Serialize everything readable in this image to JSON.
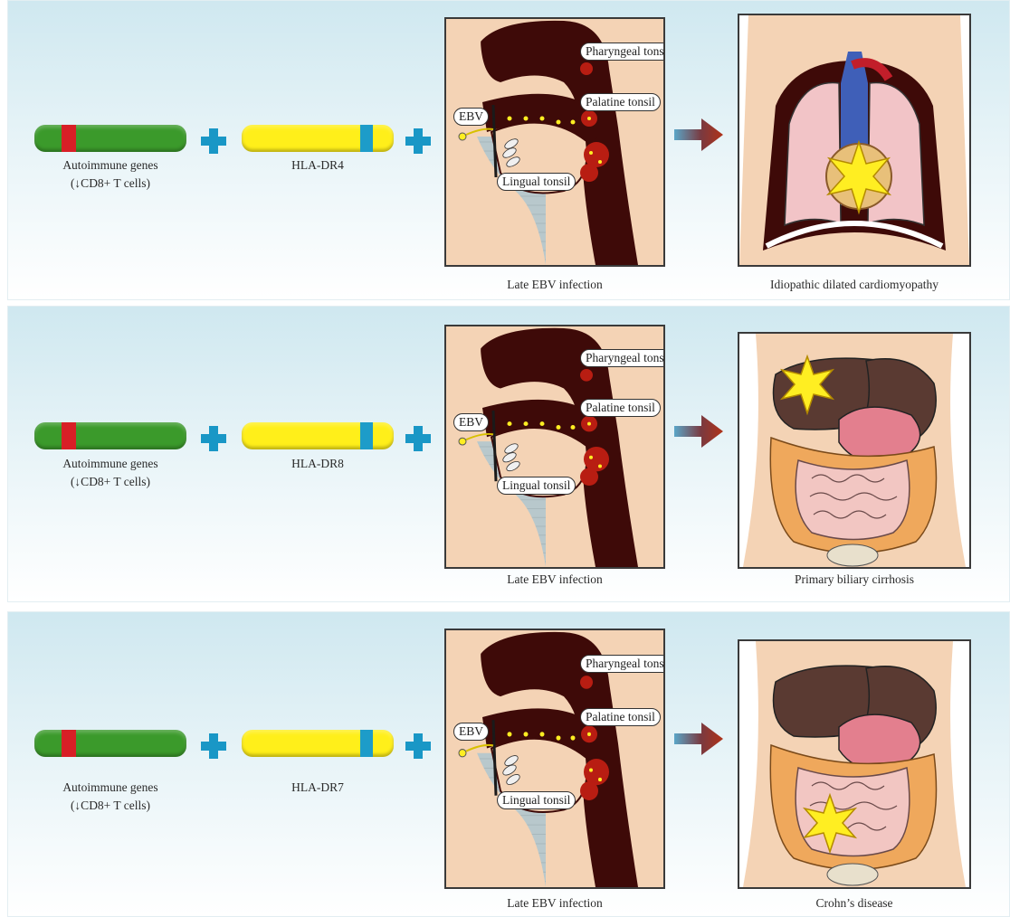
{
  "panels": [
    {
      "genes_label": "Autoimmune genes",
      "genes_sub": "(↓CD8+ T cells)",
      "hla_label": "HLA-DR4",
      "infection_label": "Late EBV infection",
      "disease_label": "Idiopathic dilated cardiomyopathy",
      "callouts": {
        "ebv": "EBV",
        "pharyngeal": "Pharyngeal tonsil",
        "palatine": "Palatine tonsil",
        "lingual": "Lingual tonsil"
      }
    },
    {
      "genes_label": "Autoimmune genes",
      "genes_sub": "(↓CD8+ T cells)",
      "hla_label": "HLA-DR8",
      "infection_label": "Late EBV infection",
      "disease_label": "Primary biliary cirrhosis",
      "callouts": {
        "ebv": "EBV",
        "pharyngeal": "Pharyngeal tonsil",
        "palatine": "Palatine tonsil",
        "lingual": "Lingual tonsil"
      }
    },
    {
      "genes_label": "Autoimmune genes",
      "genes_sub": "(↓CD8+ T cells)",
      "hla_label": "HLA-DR7",
      "infection_label": "Late EBV infection",
      "disease_label": "Crohn’s disease",
      "callouts": {
        "ebv": "EBV",
        "pharyngeal": "Pharyngeal tonsil",
        "palatine": "Palatine tonsil",
        "lingual": "Lingual tonsil"
      }
    }
  ],
  "colors": {
    "gene_green": "#3b9a2b",
    "gene_red_band": "#d81f26",
    "hla_yellow": "#ffef1a",
    "hla_blue_band": "#1997c6",
    "plus_blue": "#1997c6",
    "arrow_red": "#a8321f",
    "tissue_dark": "#3e0a08",
    "skin": "#f4d3b5",
    "star_yellow": "#ffee22"
  }
}
